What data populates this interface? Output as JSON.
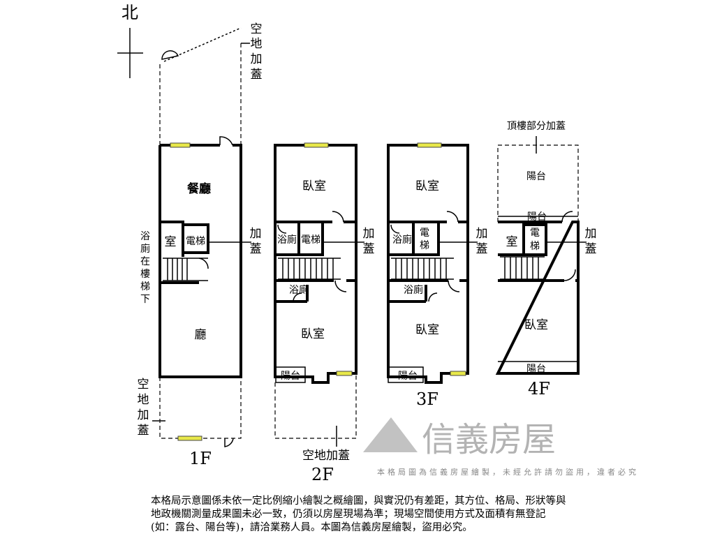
{
  "compass": {
    "north": "北"
  },
  "floors": {
    "f1": {
      "name": "1F",
      "dining": "餐廳",
      "living": "廳",
      "room": "室",
      "elevator": "電梯",
      "bath_note": [
        "浴",
        "廁",
        "在",
        "樓",
        "梯",
        "下"
      ],
      "addon": [
        "加",
        "蓋"
      ],
      "top_ext": [
        "空",
        "地",
        "加",
        "蓋"
      ],
      "bottom_ext": [
        "空",
        "地",
        "加",
        "蓋"
      ]
    },
    "f2": {
      "name": "2F",
      "bedroom1": "臥室",
      "bath1": "浴廁",
      "elevator": "電梯",
      "bath2": "浴廁",
      "bedroom2": "臥室",
      "balcony": "陽台",
      "addon": [
        "加",
        "蓋"
      ],
      "bottom_ext": "空地加蓋"
    },
    "f3": {
      "name": "3F",
      "bedroom1": "臥室",
      "bath1": "浴廁",
      "elevator": [
        "電",
        "梯"
      ],
      "bath2": "浴廁",
      "bedroom2": "臥室",
      "balcony": "陽台",
      "addon": [
        "加",
        "蓋"
      ]
    },
    "f4": {
      "name": "4F",
      "roof_ext": "頂樓部分加蓋",
      "balcony_top": "陽台",
      "balcony_mid": "陽台",
      "room": "室",
      "elevator": [
        "電",
        "梯"
      ],
      "bedroom": "臥室",
      "balcony_bottom": "陽台",
      "addon": [
        "加",
        "蓋"
      ]
    }
  },
  "watermark": {
    "brand": "信義房屋",
    "notice": "本格局圖為信義房屋繪製，未經允許請勿盜用，違者必究"
  },
  "disclaimer": "本格局示意圖係未依一定比例縮小繪製之概繪圖，與實況仍有差距，其方位、格局、形狀等與地政機關測量成果圖未必一致，仍須以房屋現場為準；現場空間使用方式及面積有無登記(如：露台、陽台等)，請洽業務人員。本圖為信義房屋繪製，盜用必究。"
}
